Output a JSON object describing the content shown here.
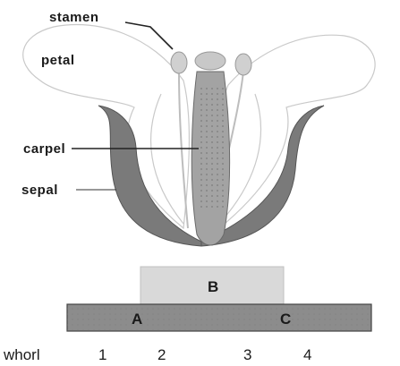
{
  "labels": {
    "stamen": "stamen",
    "petal": "petal",
    "carpel": "carpel",
    "sepal": "sepal"
  },
  "model": {
    "box_b": "B",
    "box_a": "A",
    "box_c": "C"
  },
  "whorl_row": {
    "title": "whorl",
    "numbers": [
      "1",
      "2",
      "3",
      "4"
    ]
  },
  "colors": {
    "sepal": "#7a7a7a",
    "carpel": "#9c9c9c",
    "b_box": "#d9d9d9",
    "ac_bar": "#8c8c8c"
  }
}
